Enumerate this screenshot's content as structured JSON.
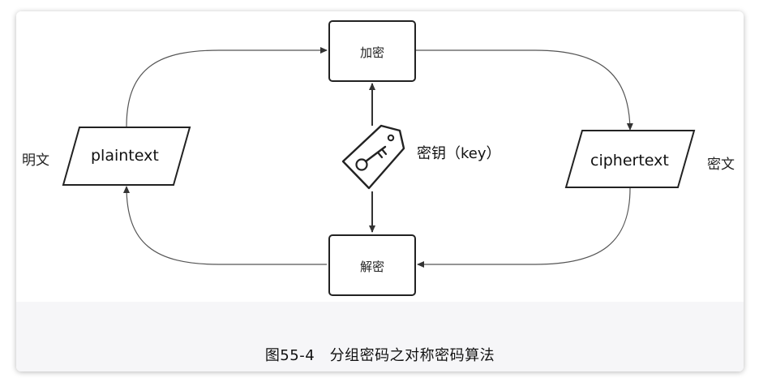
{
  "diagram": {
    "encrypt_label": "加密",
    "decrypt_label": "解密",
    "plaintext_label": "plaintext",
    "ciphertext_label": "ciphertext",
    "plaintext_side_label": "明文",
    "ciphertext_side_label": "密文",
    "key_label": "密钥（key）",
    "key_icon": "key-tag-icon"
  },
  "caption": "图55-4　分组密码之对称密码算法"
}
